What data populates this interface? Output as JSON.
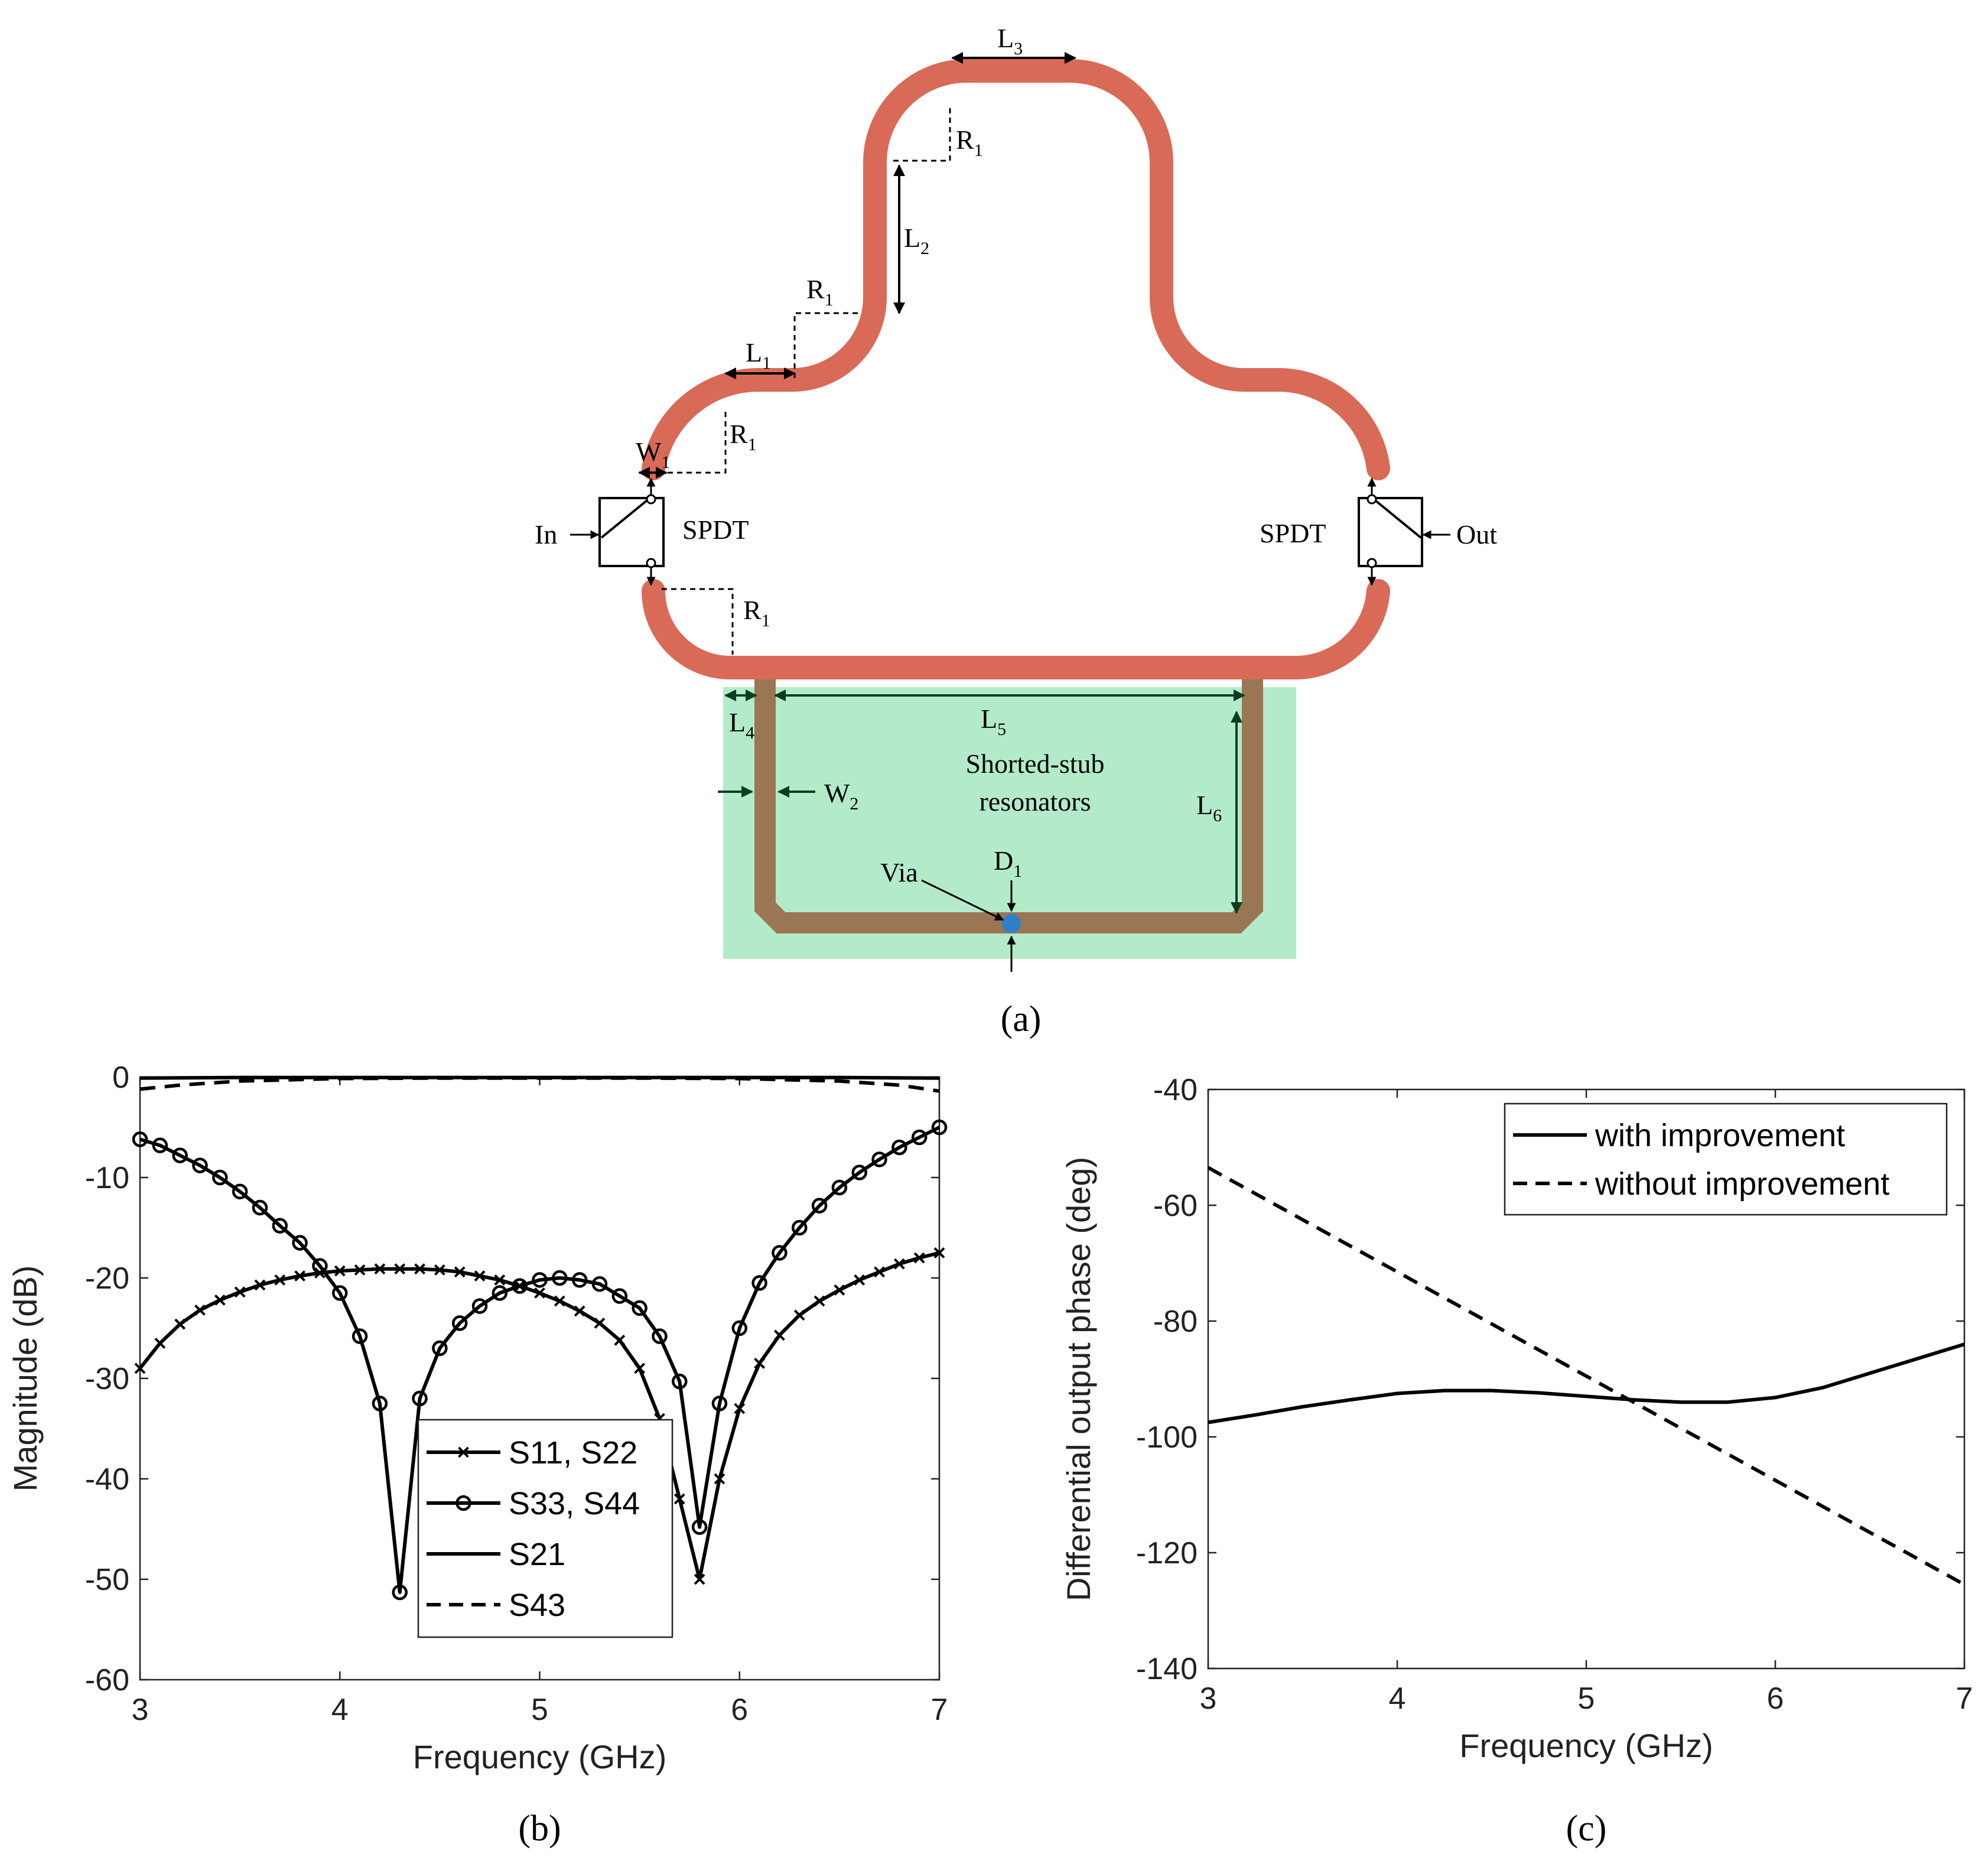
{
  "colors": {
    "trace": "#d96a57",
    "stub": "#9a7654",
    "stub_bg": "#b3ebca",
    "via": "#2f7fc6",
    "ink": "#000000",
    "dim": "#0a3d1f"
  },
  "diagram": {
    "caption": "(a)",
    "labels": {
      "in": "In",
      "out": "Out",
      "spdt_left": "SPDT",
      "spdt_right": "SPDT",
      "shorted_stub_line1": "Shorted-stub",
      "shorted_stub_line2": "resonators",
      "via": "Via"
    },
    "dims": {
      "L1": {
        "main": "L",
        "sub": "1"
      },
      "L2": {
        "main": "L",
        "sub": "2"
      },
      "L3": {
        "main": "L",
        "sub": "3"
      },
      "L4": {
        "main": "L",
        "sub": "4"
      },
      "L5": {
        "main": "L",
        "sub": "5"
      },
      "L6": {
        "main": "L",
        "sub": "6"
      },
      "R1a": {
        "main": "R",
        "sub": "1"
      },
      "R1b": {
        "main": "R",
        "sub": "1"
      },
      "R1c": {
        "main": "R",
        "sub": "1"
      },
      "R1d": {
        "main": "R",
        "sub": "1"
      },
      "W1": {
        "main": "W",
        "sub": "1"
      },
      "W2": {
        "main": "W",
        "sub": "2"
      },
      "D1": {
        "main": "D",
        "sub": "1"
      }
    }
  },
  "chart_data": [
    {
      "type": "line",
      "caption": "(b)",
      "xlabel": "Frequency (GHz)",
      "ylabel": "Magnitude (dB)",
      "xlim": [
        3,
        7
      ],
      "ylim": [
        -60,
        0
      ],
      "xticks": [
        3,
        4,
        5,
        6,
        7
      ],
      "yticks": [
        0,
        -10,
        -20,
        -30,
        -40,
        -50,
        -60
      ],
      "legend_position": "bottom-center",
      "series": [
        {
          "name": "S11, S22",
          "marker": "x",
          "dash": "solid",
          "x": [
            3.0,
            3.1,
            3.2,
            3.3,
            3.4,
            3.5,
            3.6,
            3.7,
            3.8,
            3.9,
            4.0,
            4.1,
            4.2,
            4.3,
            4.4,
            4.5,
            4.6,
            4.7,
            4.8,
            4.9,
            5.0,
            5.1,
            5.2,
            5.3,
            5.4,
            5.5,
            5.6,
            5.7,
            5.8,
            5.9,
            6.0,
            6.1,
            6.2,
            6.3,
            6.4,
            6.5,
            6.6,
            6.7,
            6.8,
            6.9,
            7.0
          ],
          "y": [
            -29,
            -26.5,
            -24.6,
            -23.2,
            -22.2,
            -21.4,
            -20.7,
            -20.2,
            -19.8,
            -19.5,
            -19.3,
            -19.2,
            -19.1,
            -19.1,
            -19.1,
            -19.2,
            -19.4,
            -19.8,
            -20.2,
            -20.8,
            -21.5,
            -22.3,
            -23.3,
            -24.5,
            -26.2,
            -29,
            -34,
            -42,
            -50,
            -40,
            -33,
            -28.5,
            -25.7,
            -23.7,
            -22.3,
            -21.2,
            -20.2,
            -19.4,
            -18.6,
            -18.0,
            -17.5
          ]
        },
        {
          "name": "S33, S44",
          "marker": "o",
          "dash": "solid",
          "x": [
            3.0,
            3.1,
            3.2,
            3.3,
            3.4,
            3.5,
            3.6,
            3.7,
            3.8,
            3.9,
            4.0,
            4.1,
            4.2,
            4.3,
            4.4,
            4.5,
            4.6,
            4.7,
            4.8,
            4.9,
            5.0,
            5.1,
            5.2,
            5.3,
            5.4,
            5.5,
            5.6,
            5.7,
            5.8,
            5.9,
            6.0,
            6.1,
            6.2,
            6.3,
            6.4,
            6.5,
            6.6,
            6.7,
            6.8,
            6.9,
            7.0
          ],
          "y": [
            -6.2,
            -6.8,
            -7.8,
            -8.8,
            -10.0,
            -11.4,
            -13.0,
            -14.8,
            -16.5,
            -18.8,
            -21.5,
            -25.8,
            -32.5,
            -51.3,
            -32.0,
            -27.0,
            -24.5,
            -22.8,
            -21.5,
            -20.8,
            -20.2,
            -20.0,
            -20.2,
            -20.6,
            -21.8,
            -23.0,
            -25.8,
            -30.3,
            -44.8,
            -32.5,
            -25.0,
            -20.5,
            -17.5,
            -15.0,
            -12.8,
            -11.0,
            -9.5,
            -8.2,
            -7.0,
            -6.0,
            -5.0
          ]
        },
        {
          "name": "S21",
          "marker": "none",
          "dash": "solid",
          "x": [
            3.0,
            3.5,
            4.0,
            4.5,
            5.0,
            5.5,
            6.0,
            6.5,
            7.0
          ],
          "y": [
            -0.1,
            -0.05,
            -0.05,
            -0.05,
            -0.05,
            -0.05,
            -0.05,
            -0.05,
            -0.1
          ]
        },
        {
          "name": "S43",
          "marker": "none",
          "dash": "dashed",
          "x": [
            3.0,
            3.2,
            3.5,
            4.0,
            4.5,
            5.0,
            5.5,
            6.0,
            6.5,
            6.8,
            7.0
          ],
          "y": [
            -1.2,
            -0.8,
            -0.4,
            -0.15,
            -0.1,
            -0.1,
            -0.1,
            -0.15,
            -0.4,
            -0.8,
            -1.4
          ]
        }
      ]
    },
    {
      "type": "line",
      "caption": "(c)",
      "xlabel": "Frequency (GHz)",
      "ylabel": "Differential output phase (deg)",
      "xlim": [
        3,
        7
      ],
      "ylim": [
        -140,
        -40
      ],
      "xticks": [
        3,
        4,
        5,
        6,
        7
      ],
      "yticks": [
        -40,
        -60,
        -80,
        -100,
        -120,
        -140
      ],
      "legend_position": "top-right",
      "series": [
        {
          "name": "with improvement",
          "dash": "solid",
          "x": [
            3.0,
            3.25,
            3.5,
            3.75,
            4.0,
            4.25,
            4.5,
            4.75,
            5.0,
            5.25,
            5.5,
            5.75,
            6.0,
            6.25,
            6.5,
            6.75,
            7.0
          ],
          "y": [
            -97.5,
            -96.2,
            -94.8,
            -93.6,
            -92.5,
            -92.0,
            -92.0,
            -92.4,
            -93.0,
            -93.6,
            -94.0,
            -94.0,
            -93.2,
            -91.5,
            -89.0,
            -86.5,
            -84.0
          ]
        },
        {
          "name": "without improvement",
          "dash": "dashed",
          "x": [
            3.0,
            7.0
          ],
          "y": [
            -53.5,
            -125.5
          ]
        }
      ]
    }
  ]
}
